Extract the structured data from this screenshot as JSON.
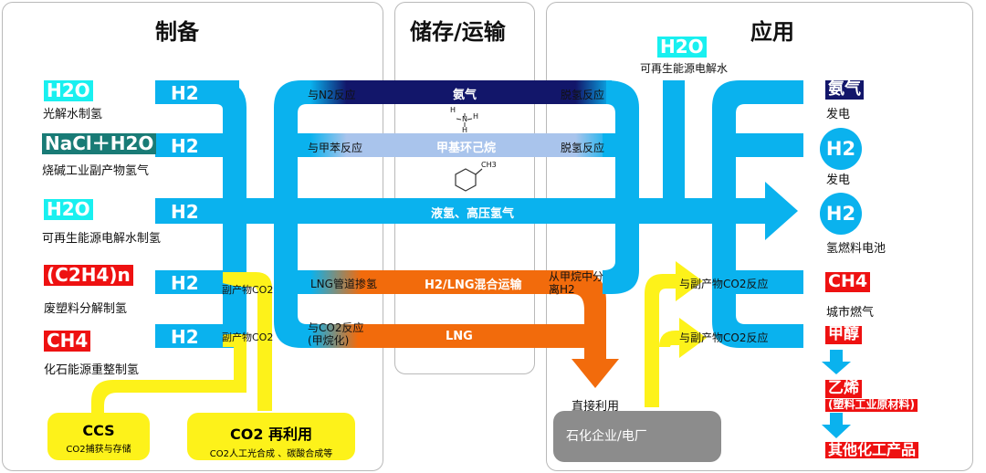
{
  "sections": {
    "production": "制备",
    "storage": "储存/运输",
    "application": "应用"
  },
  "sources": [
    {
      "formula": "H2O",
      "color": "#19f0f0",
      "desc": "光解水制氢"
    },
    {
      "formula": "NaCl＋H2O",
      "color": "#197b76",
      "desc": "烧碱工业副产物氢气"
    },
    {
      "formula": "H2O",
      "color": "#19f0f0",
      "desc": "可再生能源电解水制氢"
    },
    {
      "formula": "(C2H4)n",
      "color": "#ee1111",
      "desc": "废塑料分解制氢"
    },
    {
      "formula": "CH4",
      "color": "#ee1111",
      "desc": "化石能源重整制氢"
    }
  ],
  "h2_label": "H2",
  "byproduct_co2": "副产物CO2",
  "ccs": {
    "title": "CCS",
    "desc": "CO2捕获与存储"
  },
  "co2_reuse": {
    "title": "CO2 再利用",
    "desc": "CO2人工光合成 、碳酸合成等"
  },
  "carriers": {
    "ammonia": {
      "in": "与N2反应",
      "name": "氨气",
      "out": "脱氢反应"
    },
    "mch": {
      "in": "与甲苯反应",
      "name": "甲基环己烷",
      "out": "脱氢反应"
    },
    "liquid": {
      "name": "液氢、高压氢气"
    },
    "lng_mix": {
      "in": "LNG管道掺氢",
      "name": "H2/LNG混合运输",
      "out": "从甲烷中分离H2"
    },
    "lng": {
      "in": "与CO2反应(甲烷化)",
      "name": "LNG"
    }
  },
  "molecule_labels": {
    "n": "N",
    "h": "H",
    "ch3": "CH3"
  },
  "renewable": {
    "formula": "H2O",
    "desc": "可再生能源电解水"
  },
  "direct_use": "直接利用",
  "petro": "石化企业/电厂",
  "react_co2": "与副产物CO2反应",
  "apps": {
    "ammonia": {
      "name": "氨气",
      "desc": "发电"
    },
    "h2_power": {
      "name": "H2",
      "desc": "发电"
    },
    "h2_fc": {
      "name": "H2",
      "desc": "氢燃料电池"
    },
    "ch4": {
      "name": "CH4",
      "desc": "城市燃气"
    },
    "methanol": "甲醇",
    "ethylene": "乙烯",
    "ethylene_note": "(塑料工业原材料)",
    "others": "其他化工产品"
  },
  "colors": {
    "h2_flow": "#0ab2ee",
    "ammonia_flow": "#12166a",
    "mch_flow": "#a9c4ec",
    "lng_flow": "#f26b0c",
    "co2_flow": "#fdf21a",
    "petro_box": "#8c8c8c"
  }
}
